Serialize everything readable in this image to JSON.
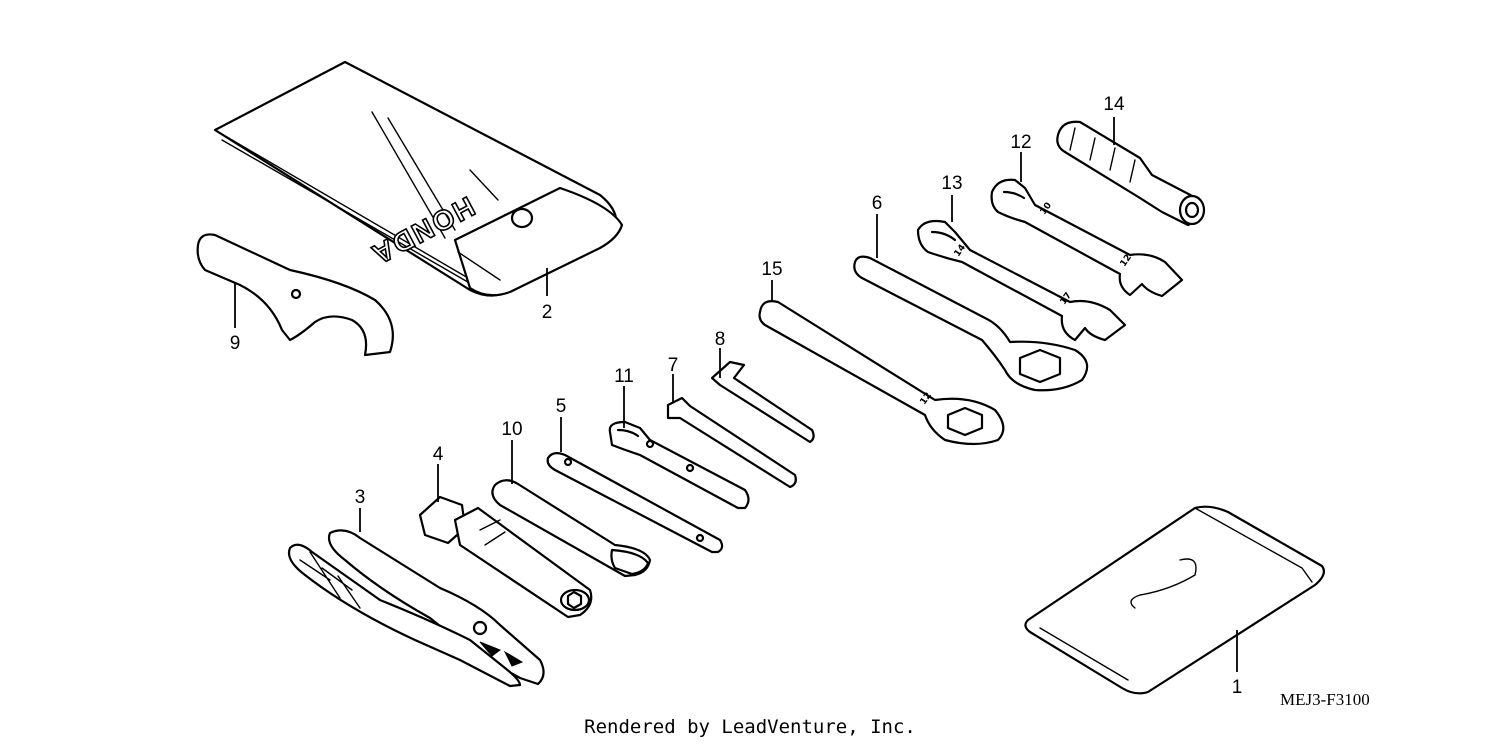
{
  "diagram": {
    "code": "MEJ3-F3100",
    "credit": "Rendered by LeadVenture, Inc.",
    "bag_logo": "HONDA",
    "callouts": [
      "1",
      "2",
      "3",
      "4",
      "5",
      "6",
      "7",
      "8",
      "9",
      "10",
      "11",
      "12",
      "13",
      "14",
      "15"
    ],
    "wrench_marks": {
      "part15_end": "12",
      "part13_end_a": "14",
      "part13_end_b": "17",
      "part12_end_a": "10",
      "part12_end_b": "12"
    }
  }
}
